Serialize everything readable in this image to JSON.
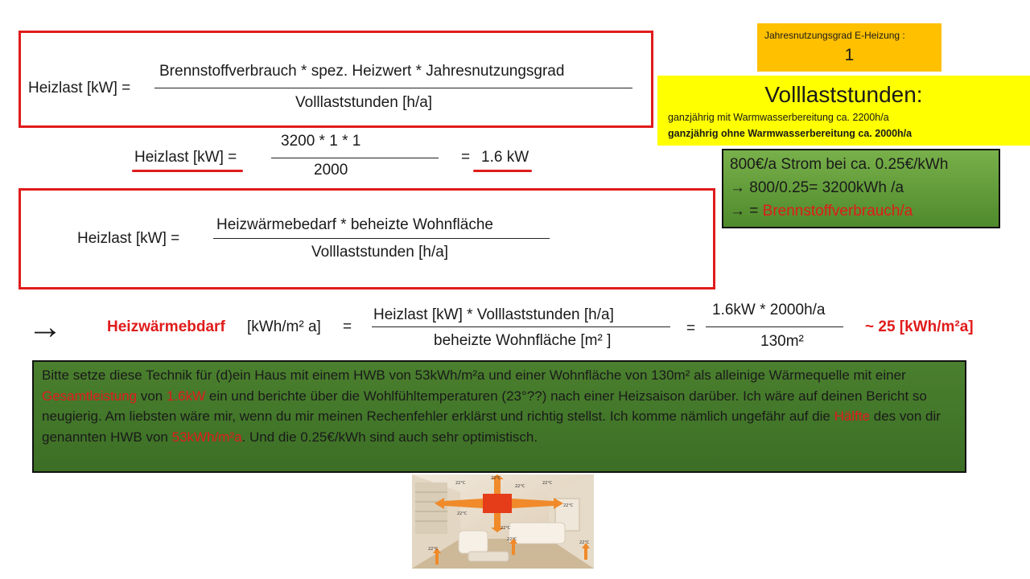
{
  "formula1": {
    "lhs": "Heizlast [kW] =",
    "numerator": "Brennstoffverbrauch * spez. Heizwert * Jahresnutzungsgrad",
    "denominator": "Volllaststunden [h/a]"
  },
  "calc1": {
    "lhs": "Heizlast [kW] =",
    "numerator": "3200 * 1 * 1",
    "denominator": "2000",
    "equals": "=",
    "result": "1.6 kW"
  },
  "formula2": {
    "lhs": "Heizlast [kW] =",
    "numerator": "Heizwärmebedarf * beheizte Wohnfläche",
    "denominator": "Volllaststunden [h/a]"
  },
  "formula3": {
    "arrow": "→",
    "lhs_red": "Heizwärmebdarf",
    "lhs_unit": "[kWh/m² a]",
    "eq1": "=",
    "num1": "Heizlast [kW]  *  Volllaststunden [h/a]",
    "den1": "beheizte Wohnfläche [m² ]",
    "eq2": "=",
    "num2": "1.6kW * 2000h/a",
    "den2": "130m²",
    "result": "~ 25 [kWh/m²a]"
  },
  "jahresbox": {
    "label": "Jahresnutzungsgrad E-Heizung :",
    "value": "1"
  },
  "vollbox": {
    "title": "Volllaststunden:",
    "line1": "ganzjährig mit Warmwasserbereitung ca. 2200h/a",
    "line2": "ganzjährig ohne Warmwasserbereitung ca. 2000h/a"
  },
  "strombox": {
    "line1": "800€/a Strom  bei ca. 0.25€/kWh",
    "line2": "→ 800/0.25= 3200kWh /a",
    "line3_prefix": "→ = ",
    "line3_red": "Brennstoffverbrauch/a"
  },
  "paragraph": {
    "p1": "Bitte setze diese Technik für (d)ein Haus mit einem HWB von 53kWh/m²a und  einer Wohnfläche von 130m² als alleinige Wärmequelle  mit einer ",
    "r1": "Gesamtleistung",
    "p2": " von ",
    "r2": "1.6kW",
    "p3": " ein und berichte  über die Wohlfühltemperaturen  (23°??) nach einer Heizsaison darüber. Ich wäre auf deinen Bericht so neugierig. Am liebsten wäre mir, wenn du mir meinen Rechenfehler  erklärst und richtig stellst. Ich komme nämlich  ungefähr auf  die ",
    "r3": "Hälfte",
    "p4": " des von dir genannten HWB von ",
    "r4": "53kWh/m²a",
    "p5": ".  Und die 0.25€/kWh sind auch sehr optimistisch."
  },
  "room": {
    "temps": [
      "22°C",
      "22°C",
      "22°C",
      "22°C",
      "22°C",
      "22°C",
      "22°C",
      "22°C",
      "22°C",
      "22°C"
    ]
  },
  "colors": {
    "red": "#e01b1b",
    "orange": "#ffc000",
    "yellow": "#ffff00",
    "green": "#4f8a2c"
  }
}
